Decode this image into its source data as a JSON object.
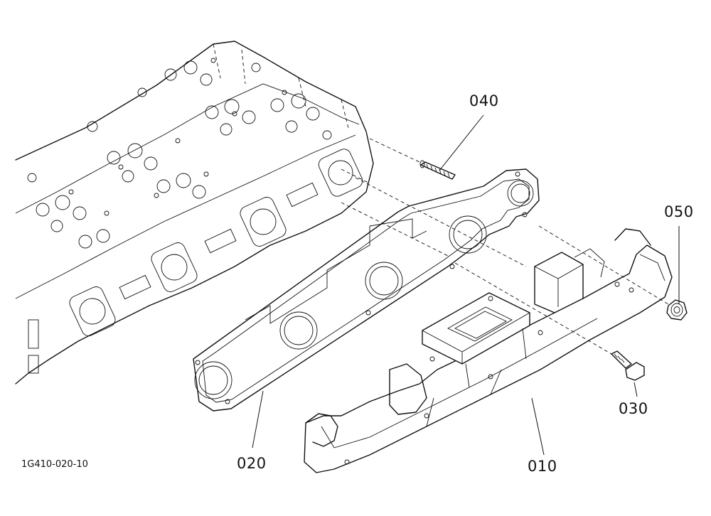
{
  "callouts": {
    "p040": "040",
    "p050": "050",
    "p020": "020",
    "p010": "010",
    "p030": "030"
  },
  "reference_code": "1G410-020-10",
  "colors": {
    "ink": "#111111",
    "paper": "#ffffff"
  }
}
